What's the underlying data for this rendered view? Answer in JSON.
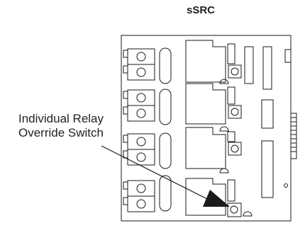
{
  "diagram": {
    "title": "sSRC",
    "callout": {
      "line1": "Individual Relay",
      "line2": "Override Switch"
    },
    "relay_channels": 4,
    "colors": {
      "stroke": "#1a1a1a",
      "background": "#ffffff"
    }
  }
}
